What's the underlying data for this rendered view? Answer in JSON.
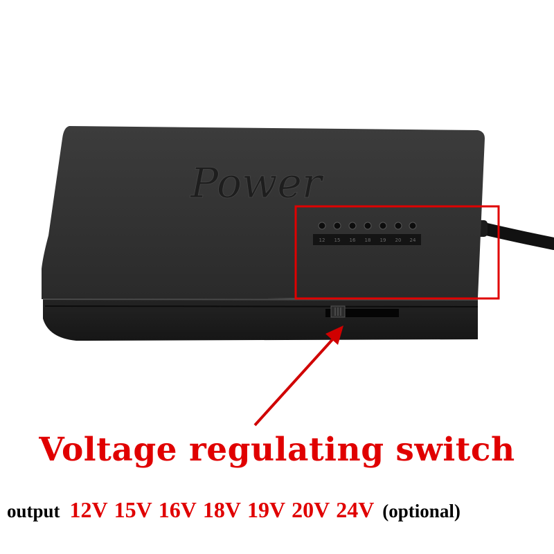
{
  "product": {
    "logo_text": "Power",
    "label_strip": [
      "12",
      "15",
      "16",
      "18",
      "19",
      "20",
      "24"
    ]
  },
  "callout": {
    "caption": "Voltage regulating switch",
    "highlight_color": "#e00000"
  },
  "output": {
    "label": "output",
    "voltages": [
      "12V",
      "15V",
      "16V",
      "18V",
      "19V",
      "20V",
      "24V"
    ],
    "note": "(optional)"
  }
}
